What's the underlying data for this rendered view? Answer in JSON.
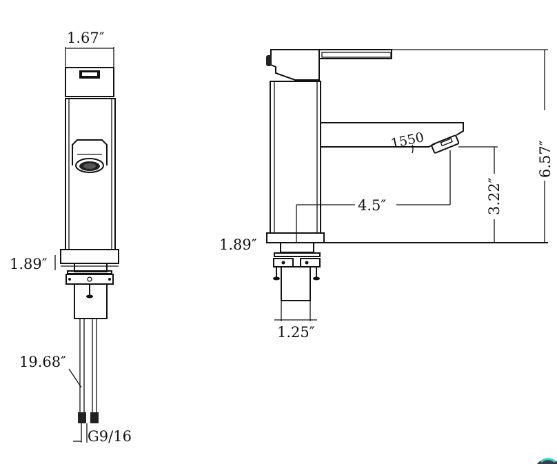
{
  "front_view": {
    "width_label": "1.67″",
    "base_height_label": "1.89″",
    "hose_length_label": "19.68″",
    "connector_label": "G9/16"
  },
  "side_view": {
    "angle_label": "1550",
    "reach_label": "4.5″",
    "spout_height_label": "3.22″",
    "total_height_label": "6.57″",
    "base_height_label": "1.89″",
    "shank_width_label": "1.25″"
  }
}
